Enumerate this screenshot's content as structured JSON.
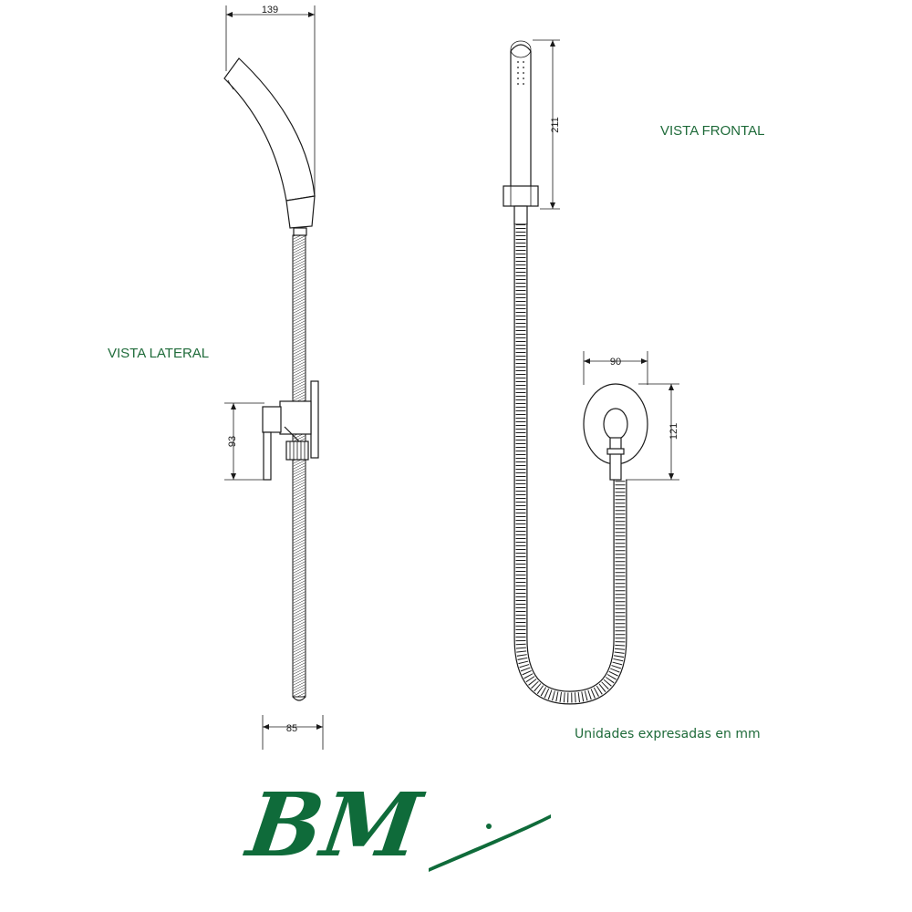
{
  "labels": {
    "front_view": "VISTA FRONTAL",
    "side_view": "VISTA LATERAL",
    "units_note": "Unidades expresadas en mm"
  },
  "dimensions": {
    "side_top_width": "139",
    "side_bottom_width": "85",
    "side_valve_height": "93",
    "front_handle_height": "211",
    "front_plate_width": "90",
    "front_plate_height": "121"
  },
  "logo": {
    "text": "BM",
    "color": "#0f6b3a"
  },
  "colors": {
    "label_green": "#1f6b3a",
    "line_dark": "#1a1a1a"
  }
}
